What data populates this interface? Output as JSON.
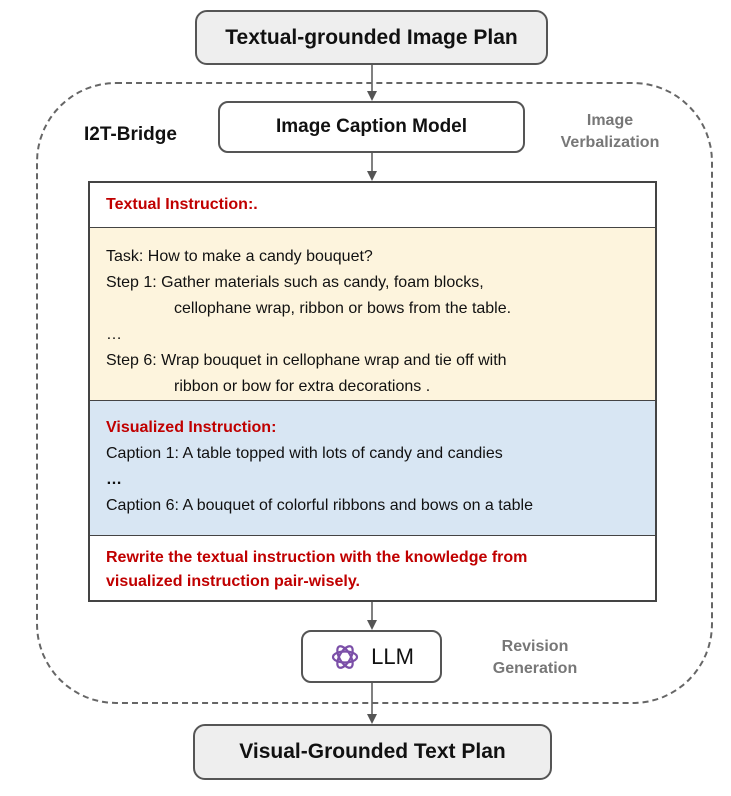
{
  "top_box": {
    "label": "Textual-grounded Image Plan"
  },
  "bridge": {
    "label": "I2T-Bridge"
  },
  "caption_model": {
    "label": "Image Caption Model"
  },
  "side_labels": {
    "image_verbalization": [
      "Image",
      "Verbalization"
    ],
    "revision_generation": [
      "Revision",
      "Generation"
    ]
  },
  "textual_section": {
    "title": "Textual Instruction:."
  },
  "task_section": {
    "task": "Task: How to make a candy bouquet?",
    "step1": "Step 1: Gather materials such as candy, foam blocks,",
    "step1_cont": "cellophane wrap, ribbon or bows from the table.",
    "ellipsis": "…",
    "step6": "Step 6: Wrap bouquet in cellophane wrap and tie off with",
    "step6_cont": "ribbon or bow for extra decorations ."
  },
  "visual_section": {
    "title": "Visualized Instruction:",
    "caption1": "Caption 1: A table topped with lots of candy and candies",
    "ellipsis": "…",
    "caption6": "Caption 6: A bouquet of colorful ribbons and bows on a table"
  },
  "rewrite_section": {
    "line1": "Rewrite the textual instruction with the knowledge from",
    "line2": "visualized instruction pair-wisely."
  },
  "llm_box": {
    "label": "LLM",
    "icon": "openai-logo-icon",
    "icon_color": "#7b4fa8"
  },
  "bottom_box": {
    "label": "Visual-Grounded Text Plan"
  }
}
